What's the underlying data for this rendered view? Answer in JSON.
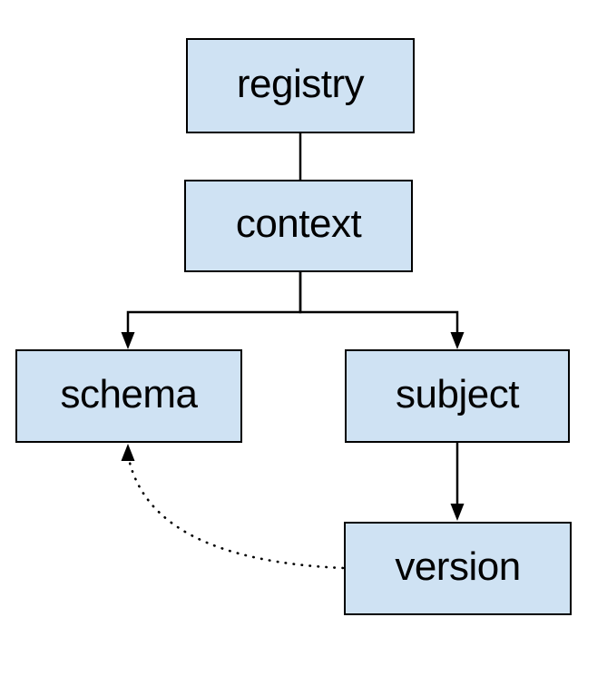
{
  "diagram": {
    "type": "hierarchy",
    "nodes": [
      {
        "id": "registry",
        "label": "registry"
      },
      {
        "id": "context",
        "label": "context"
      },
      {
        "id": "schema",
        "label": "schema"
      },
      {
        "id": "subject",
        "label": "subject"
      },
      {
        "id": "version",
        "label": "version"
      }
    ],
    "edges": [
      {
        "from": "registry",
        "to": "context",
        "style": "solid",
        "arrow": "none"
      },
      {
        "from": "context",
        "to": "schema",
        "style": "solid",
        "arrow": "target"
      },
      {
        "from": "context",
        "to": "subject",
        "style": "solid",
        "arrow": "target"
      },
      {
        "from": "subject",
        "to": "version",
        "style": "solid",
        "arrow": "target"
      },
      {
        "from": "version",
        "to": "schema",
        "style": "dotted",
        "arrow": "target"
      }
    ],
    "colors": {
      "background": "#ffffff",
      "node_fill": "#cfe2f3",
      "node_border": "#000000",
      "edge": "#000000",
      "text": "#000000"
    }
  }
}
